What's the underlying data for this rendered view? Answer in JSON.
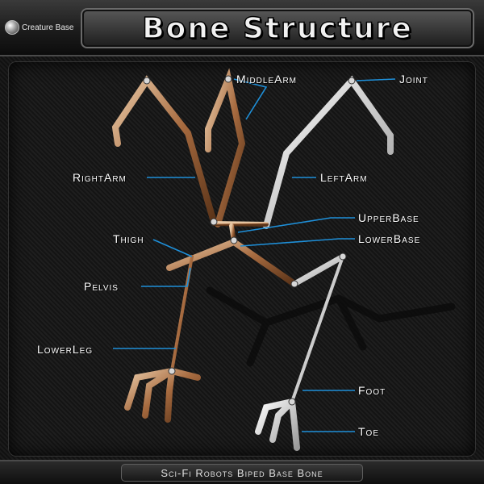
{
  "header": {
    "title": "Bone Structure",
    "logo_text": "Creature Base"
  },
  "footer": {
    "text": "Sci-Fi Robots Biped Base Bone"
  },
  "labels": {
    "middle_arm": "MiddleArm",
    "joint": "Joint",
    "right_arm": "RightArm",
    "left_arm": "LeftArm",
    "upper_base": "UpperBase",
    "lower_base": "LowerBase",
    "thigh": "Thigh",
    "pelvis": "Pelvis",
    "lower_leg": "LowerLeg",
    "foot": "Foot",
    "toe": "Toe"
  },
  "colors": {
    "callout_line": "#1e8fd8",
    "bone_copper": "#b97a4a",
    "bone_white": "#e8e8e8"
  }
}
